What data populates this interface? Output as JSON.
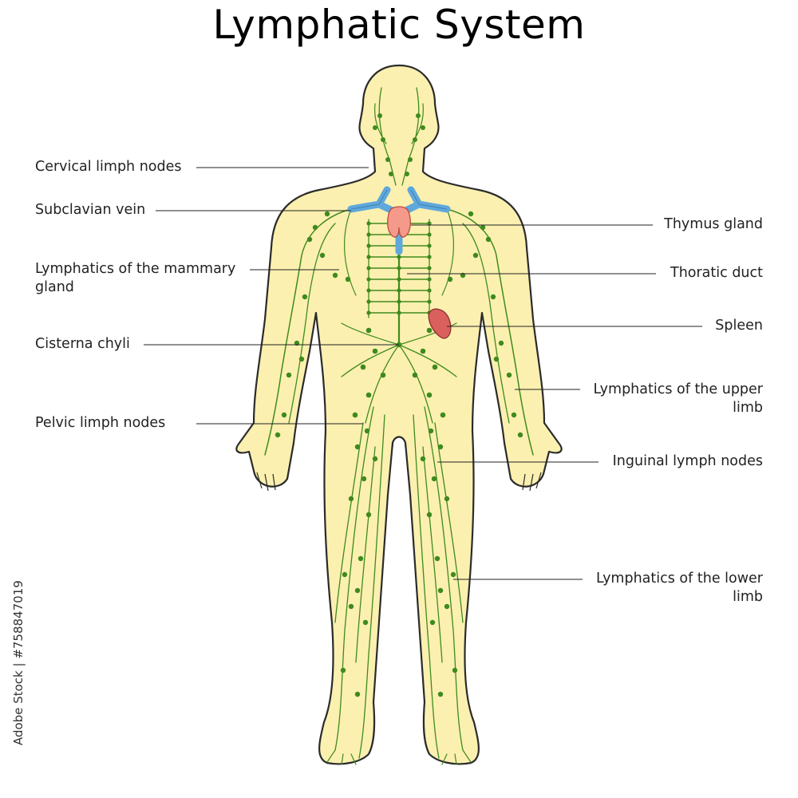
{
  "title": "Lymphatic System",
  "labels": {
    "cervical": "Cervical limph nodes",
    "subclavian": "Subclavian vein",
    "mammary_line1": "Lymphatics of the mammary",
    "mammary_line2": "gland",
    "cisterna": "Cisterna chyli",
    "pelvic": "Pelvic limph nodes",
    "thymus": "Thymus gland",
    "thoracic": "Thoratic duct",
    "spleen": "Spleen",
    "upper_line1": "Lymphatics of the upper",
    "upper_line2": "limb",
    "inguinal": "Inguinal lymph nodes",
    "lower_line1": "Lymphatics of the lower",
    "lower_line2": "limb"
  },
  "watermark": "Adobe Stock | #758847019",
  "colors": {
    "skin": "#fbf0b0",
    "outline": "#2b2b2b",
    "lymph": "#3f8a1e",
    "vein": "#5ea8dc",
    "thymus": "#f59a8a",
    "spleen": "#d9605c"
  }
}
